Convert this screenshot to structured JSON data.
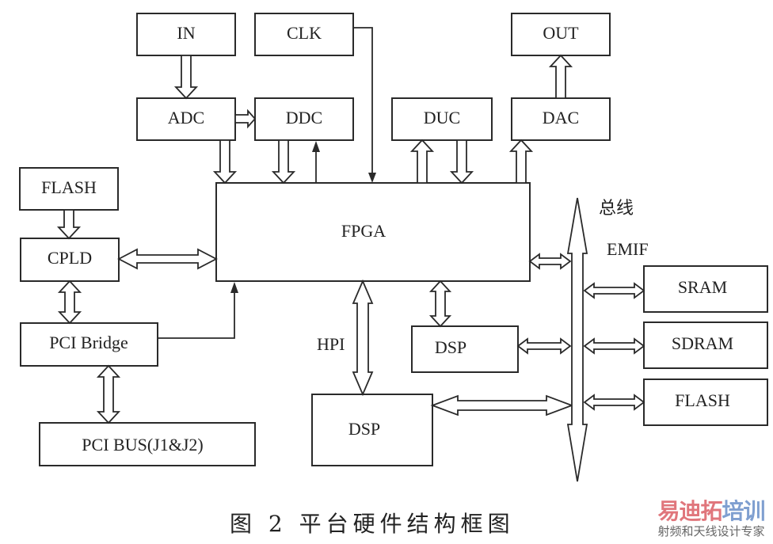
{
  "diagram": {
    "blocks": {
      "in": "IN",
      "clk": "CLK",
      "out": "OUT",
      "adc": "ADC",
      "ddc": "DDC",
      "duc": "DUC",
      "dac": "DAC",
      "flash_left": "FLASH",
      "cpld": "CPLD",
      "pci_bridge": "PCI Bridge",
      "pci_bus": "PCI  BUS(J1&J2)",
      "fpga": "FPGA",
      "dsp_small": "DSP",
      "dsp_large": "DSP",
      "sram": "SRAM",
      "sdram": "SDRAM",
      "flash_right": "FLASH"
    },
    "labels": {
      "bus_cn": "总线",
      "emif": "EMIF",
      "hpi": "HPI"
    },
    "caption": "图 2  平台硬件结构框图",
    "watermark": {
      "brand_parts": [
        "易迪拓",
        "培训"
      ],
      "brand_colors": [
        "#e0767c",
        "#7f9fd0"
      ],
      "tagline": "射频和天线设计专家"
    }
  }
}
